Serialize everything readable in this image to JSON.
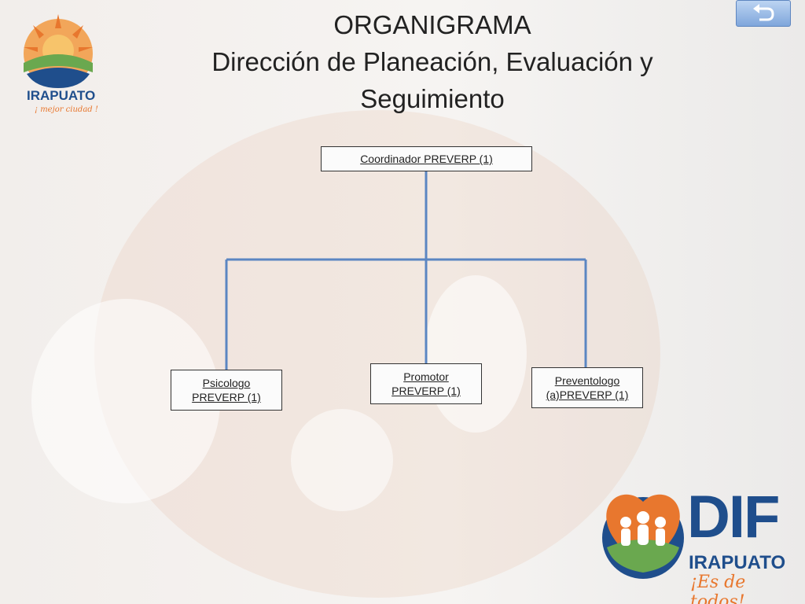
{
  "title": {
    "line1": "ORGANIGRAMA",
    "line2": "Dirección de Planeación, Evaluación y",
    "line3": "Seguimiento"
  },
  "org": {
    "root": "Coordinador PREVERP (1)",
    "children": [
      {
        "line1": "Psicologo",
        "line2": "PREVERP (1)"
      },
      {
        "line1": "Promotor",
        "line2": "PREVERP (1)"
      },
      {
        "line1": "Preventologo",
        "line2": "(a)PREVERP (1)"
      }
    ]
  },
  "logo_left": {
    "name": "IRAPUATO",
    "tagline": "¡ mejor ciudad !"
  },
  "logo_right": {
    "name": "DIF",
    "city": "IRAPUATO",
    "tagline": "¡Es de todos!"
  },
  "colors": {
    "connector": "#5b86c2",
    "accent_orange": "#e8772e",
    "dark_blue": "#1f4e8c",
    "green": "#6aa84f"
  },
  "icons": {
    "back": "return-arrow-icon"
  }
}
